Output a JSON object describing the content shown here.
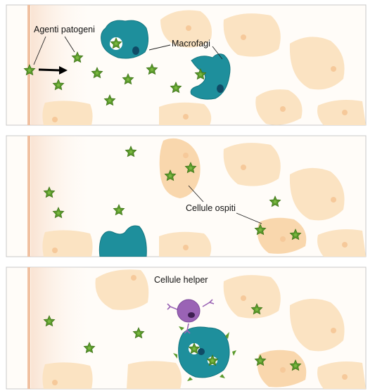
{
  "panel1": {
    "label_pathogens": "Agenti patogeni",
    "label_macrophages": "Macrofagi"
  },
  "panel2": {
    "label_host_cells": "Cellule ospiti"
  },
  "panel3": {
    "label_helper": "Cellule helper"
  },
  "colors": {
    "pathogen": "#5b9a2c",
    "macrophage": "#1e8f9c",
    "macrophage_nucleus": "#0f4b66",
    "host_cell": "#fbe3c2",
    "host_cell_infected": "#f9d7ad",
    "host_nucleus": "#f6c99a",
    "helper_cell": "#9a63b5",
    "vessel_wall": "#f0c0a0"
  }
}
